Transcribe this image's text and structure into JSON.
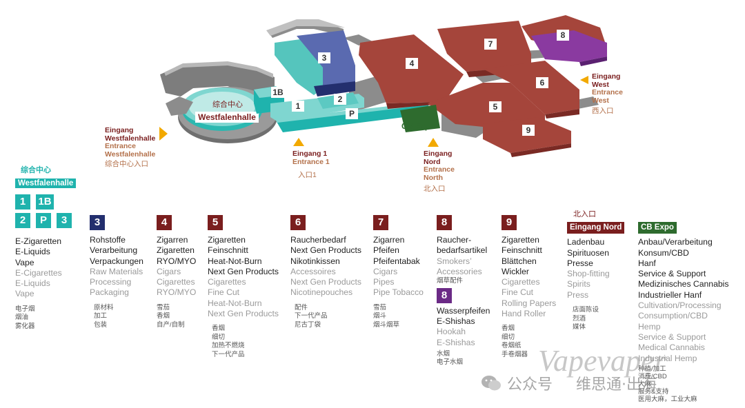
{
  "colors": {
    "teal": "#1fb3ad",
    "navy": "#232f6e",
    "maroon": "#7a1e1e",
    "red_hall": "#a5453b",
    "purple": "#8a3aa0",
    "green": "#2e6b2e",
    "grey": "#8c8c8c",
    "arrow": "#f2a900"
  },
  "map": {
    "halls": [
      "1B",
      "1",
      "2",
      "3",
      "P",
      "4",
      "5",
      "6",
      "7",
      "8",
      "9"
    ],
    "westfalenhalle_cn": "综合中心",
    "westfalenhalle": "Westfalenhalle",
    "cb_expo": "CB Expo",
    "entrances": {
      "westfalenhalle": {
        "de": "Eingang Westfalenhalle",
        "en": "Entrance Westfalenhalle",
        "cn": "综合中心入口"
      },
      "one": {
        "de": "Eingang 1",
        "en": "Entrance 1",
        "cn": "入口1"
      },
      "north": {
        "de": "Eingang Nord",
        "en": "Entrance North",
        "cn": "北入口"
      },
      "west": {
        "de": "Eingang West",
        "en": "Entrance West",
        "cn": "西入口"
      }
    }
  },
  "legend": {
    "westfalenhalle_cn": "综合中心",
    "westfalenhalle": "Westfalenhalle",
    "col1": {
      "badges_top": [
        "1",
        "1B"
      ],
      "badges_bottom": [
        "2",
        "P",
        "3"
      ],
      "de": [
        "E-Zigaretten",
        "E-Liquids",
        "Vape"
      ],
      "en": [
        "E-Cigarettes",
        "E-Liquids",
        "Vape"
      ],
      "cn": [
        "电子烟",
        "烟油",
        "雾化器"
      ]
    },
    "col3": {
      "badge": "3",
      "de": [
        "Rohstoffe",
        "Verarbeitung",
        "Verpackungen"
      ],
      "en": [
        "Raw Materials",
        "Processing",
        "Packaging"
      ],
      "cn": [
        "原材料",
        "加工",
        "包装"
      ]
    },
    "col4": {
      "badge": "4",
      "de": [
        "Zigarren",
        "Zigaretten",
        "RYO/MYO"
      ],
      "en": [
        "Cigars",
        "Cigarettes",
        "RYO/MYO"
      ],
      "cn": [
        "雪茄",
        "香烟",
        "自产/自制"
      ]
    },
    "col5": {
      "badge": "5",
      "de": [
        "Zigaretten",
        "Feinschnitt",
        "Heat-Not-Burn",
        "Next Gen Products"
      ],
      "en": [
        "Cigarettes",
        "Fine Cut",
        "Heat-Not-Burn",
        "Next Gen Products"
      ],
      "cn": [
        "香烟",
        "细切",
        "加热不燃烧",
        "下一代产品"
      ]
    },
    "col6": {
      "badge": "6",
      "de": [
        "Raucherbedarf",
        "Next Gen Products",
        "Nikotinkissen"
      ],
      "en": [
        "Accessoires",
        "Next Gen Products",
        "Nicotinepouches"
      ],
      "cn": [
        "配件",
        "下一代产品",
        "尼古丁袋"
      ]
    },
    "col7": {
      "badge": "7",
      "de": [
        "Zigarren",
        "Pfeifen",
        "Pfeifentabak"
      ],
      "en": [
        "Cigars",
        "Pipes",
        "Pipe Tobacco"
      ],
      "cn": [
        "雪茄",
        "烟斗",
        "烟斗烟草"
      ]
    },
    "col8": {
      "badge": "8",
      "de": [
        "Raucher-",
        "bedarfsartikel"
      ],
      "en": [
        "Smokers’",
        "Accessories"
      ],
      "cn": [
        "烟草配件"
      ],
      "badge2": "8",
      "de2": [
        "Wasserpfeifen",
        "E-Shishas"
      ],
      "en2": [
        "Hookah",
        "E-Shishas"
      ],
      "cn2": [
        "水烟",
        "电子水烟"
      ]
    },
    "col9": {
      "badge": "9",
      "de": [
        "Zigaretten",
        "Feinschnitt",
        "Blättchen",
        "Wickler"
      ],
      "en": [
        "Cigarettes",
        "Fine Cut",
        "Rolling Papers",
        "Hand Roller"
      ],
      "cn": [
        "香烟",
        "细切",
        "卷烟纸",
        "手卷烟器"
      ]
    },
    "col_nord": {
      "cn_title": "北入口",
      "tag": "Eingang Nord",
      "de": [
        "Ladenbau",
        "Spirituosen",
        "Presse"
      ],
      "en": [
        "Shop-fitting",
        "Spirits",
        "Press"
      ],
      "cn": [
        "店面陈设",
        "烈酒",
        "媒体"
      ]
    },
    "col_cb": {
      "tag": "CB Expo",
      "de": [
        "Anbau/Verarbeitung",
        "Konsum/CBD",
        "Hanf",
        "Service & Support",
        "Medizinisches Cannabis",
        "Industrieller Hanf"
      ],
      "en": [
        "Cultivation/Processing",
        "Consumption/CBD",
        "Hemp",
        "Service & Support",
        "Medical Cannabis",
        "Industrial Hemp"
      ],
      "cn": [
        "种植/加工",
        "消费/CBD",
        "大麻",
        "服务&支持",
        "医用大麻，工业大麻"
      ]
    }
  },
  "watermark": {
    "brand": "Vapevaper",
    "wechat": "公众号",
    "name": "维思通·出海"
  }
}
